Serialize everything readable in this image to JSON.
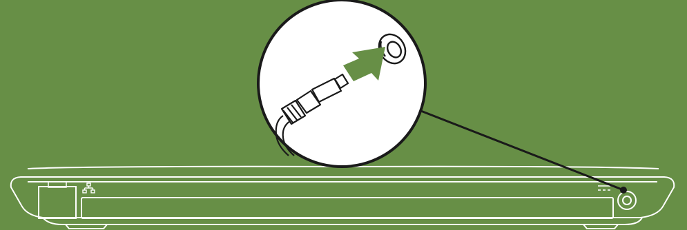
{
  "diagram": {
    "background_color": "#678f46",
    "line_color": "#ffffff",
    "callout_fill": "#ffffff",
    "ink_color": "#1a1a1a",
    "arrow_color": "#678f46"
  },
  "laptop_rear": {
    "ports": [
      {
        "name": "ethernet-port",
        "icon": "network-icon"
      },
      {
        "name": "ac-adapter-connector",
        "icon": "dc-power-icon"
      }
    ]
  },
  "callout": {
    "shows": "ac-adapter-plug-inserting-into-connector",
    "arrow_direction": "up-right"
  }
}
